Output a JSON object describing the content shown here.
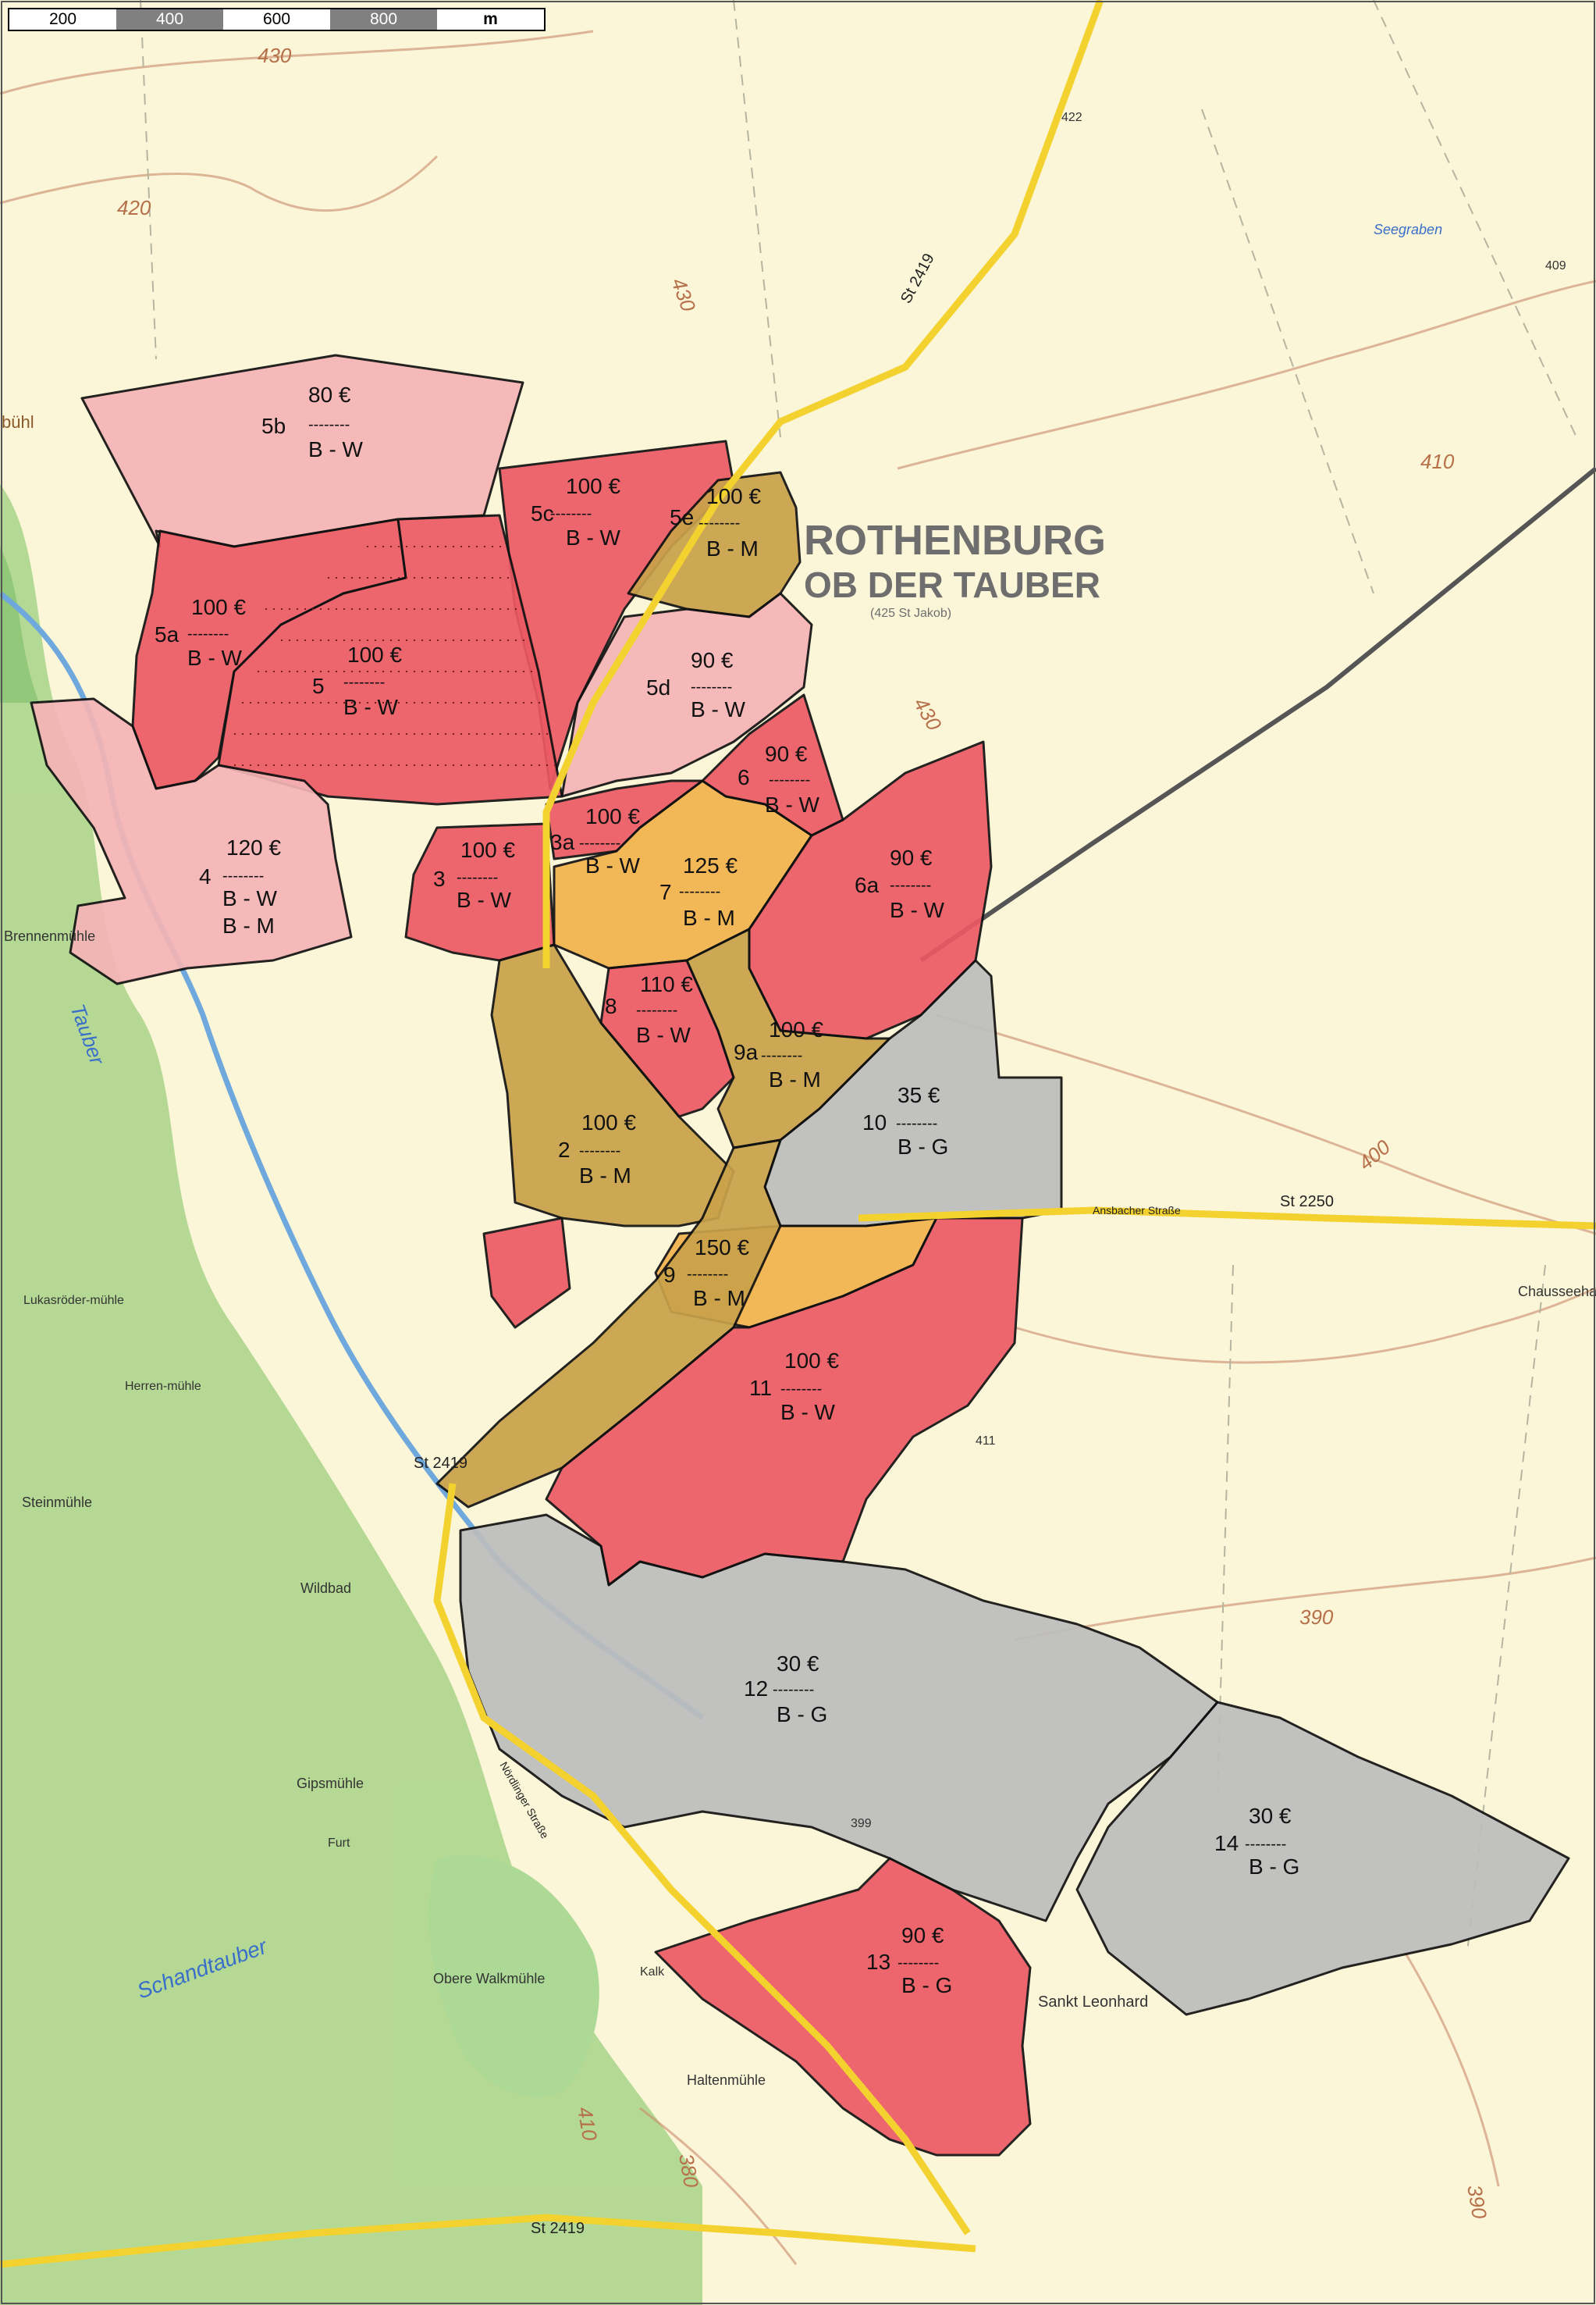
{
  "scale_bar": [
    "200",
    "400",
    "600",
    "800",
    "m"
  ],
  "map_title": [
    "ROTHENBURG",
    "OB DER TAUBER"
  ],
  "map_subtitle": "(425 St Jakob)",
  "roads": {
    "st2419": "St 2419",
    "st2250": "St 2250",
    "ansbacher": "Ansbacher Straße",
    "nordlinger": "Nördlinger Straße"
  },
  "places": {
    "sankt_leonhard": "Sankt Leonhard",
    "seegraben": "Seegraben",
    "chausseehaus": "Chausseehaus",
    "wildbad": "Wildbad",
    "steinmuhle": "Steinmühle",
    "herrenmuhle": "Herren-mühle",
    "gipsmuhle": "Gipsmühle",
    "obere_walkmuhle": "Obere Walkmühle",
    "schandtauber": "Schandtauber",
    "tauber": "Tauber",
    "haltenmuhle": "Haltenmühle",
    "brennenmuhle": "Brennenmühle",
    "lukasroder": "Lukasröder-mühle",
    "buhl": "bühl",
    "kalk": "Kalk",
    "furt": "Furt"
  },
  "contours": [
    "430",
    "420",
    "430",
    "410",
    "430",
    "400",
    "390",
    "380",
    "410",
    "390",
    "422",
    "409",
    "411",
    "399"
  ],
  "colors": {
    "residential_high": "#ec5a64",
    "residential_low": "#f4b4b6",
    "mixed": "#c9a24a",
    "commercial": "#bdbdbd",
    "background": "#fbf6d8"
  },
  "zones": [
    {
      "id": "5b",
      "price": "80 €",
      "sep": "--------",
      "use": "B - W"
    },
    {
      "id": "5c",
      "price": "100 €",
      "sep": "--------",
      "use": "B - W"
    },
    {
      "id": "5e",
      "price": "100 €",
      "sep": "--------",
      "use": "B - M"
    },
    {
      "id": "5a",
      "price": "100 €",
      "sep": "--------",
      "use": "B - W"
    },
    {
      "id": "5",
      "price": "100 €",
      "sep": "--------",
      "use": "B - W"
    },
    {
      "id": "5d",
      "price": "90 €",
      "sep": "--------",
      "use": "B - W"
    },
    {
      "id": "6",
      "price": "90 €",
      "sep": "--------",
      "use": "B - W"
    },
    {
      "id": "3a",
      "price": "100 €",
      "sep": "--------",
      "use": "B - W"
    },
    {
      "id": "7",
      "price": "125 €",
      "sep": "--------",
      "use": "B - M"
    },
    {
      "id": "6a",
      "price": "90 €",
      "sep": "--------",
      "use": "B - W"
    },
    {
      "id": "4",
      "price": "120 €",
      "sep": "--------",
      "use": "B - W",
      "use2": "B - M"
    },
    {
      "id": "3",
      "price": "100 €",
      "sep": "--------",
      "use": "B - W"
    },
    {
      "id": "8",
      "price": "110 €",
      "sep": "--------",
      "use": "B - W"
    },
    {
      "id": "9a",
      "price": "100 €",
      "sep": "--------",
      "use": "B - M"
    },
    {
      "id": "10",
      "price": "35 €",
      "sep": "--------",
      "use": "B - G"
    },
    {
      "id": "2",
      "price": "100 €",
      "sep": "--------",
      "use": "B - M"
    },
    {
      "id": "9",
      "price": "150 €",
      "sep": "--------",
      "use": "B - M"
    },
    {
      "id": "11",
      "price": "100 €",
      "sep": "--------",
      "use": "B - W"
    },
    {
      "id": "12",
      "price": "30 €",
      "sep": "--------",
      "use": "B - G"
    },
    {
      "id": "14",
      "price": "30 €",
      "sep": "--------",
      "use": "B - G"
    },
    {
      "id": "13",
      "price": "90 €",
      "sep": "--------",
      "use": "B - G"
    }
  ]
}
